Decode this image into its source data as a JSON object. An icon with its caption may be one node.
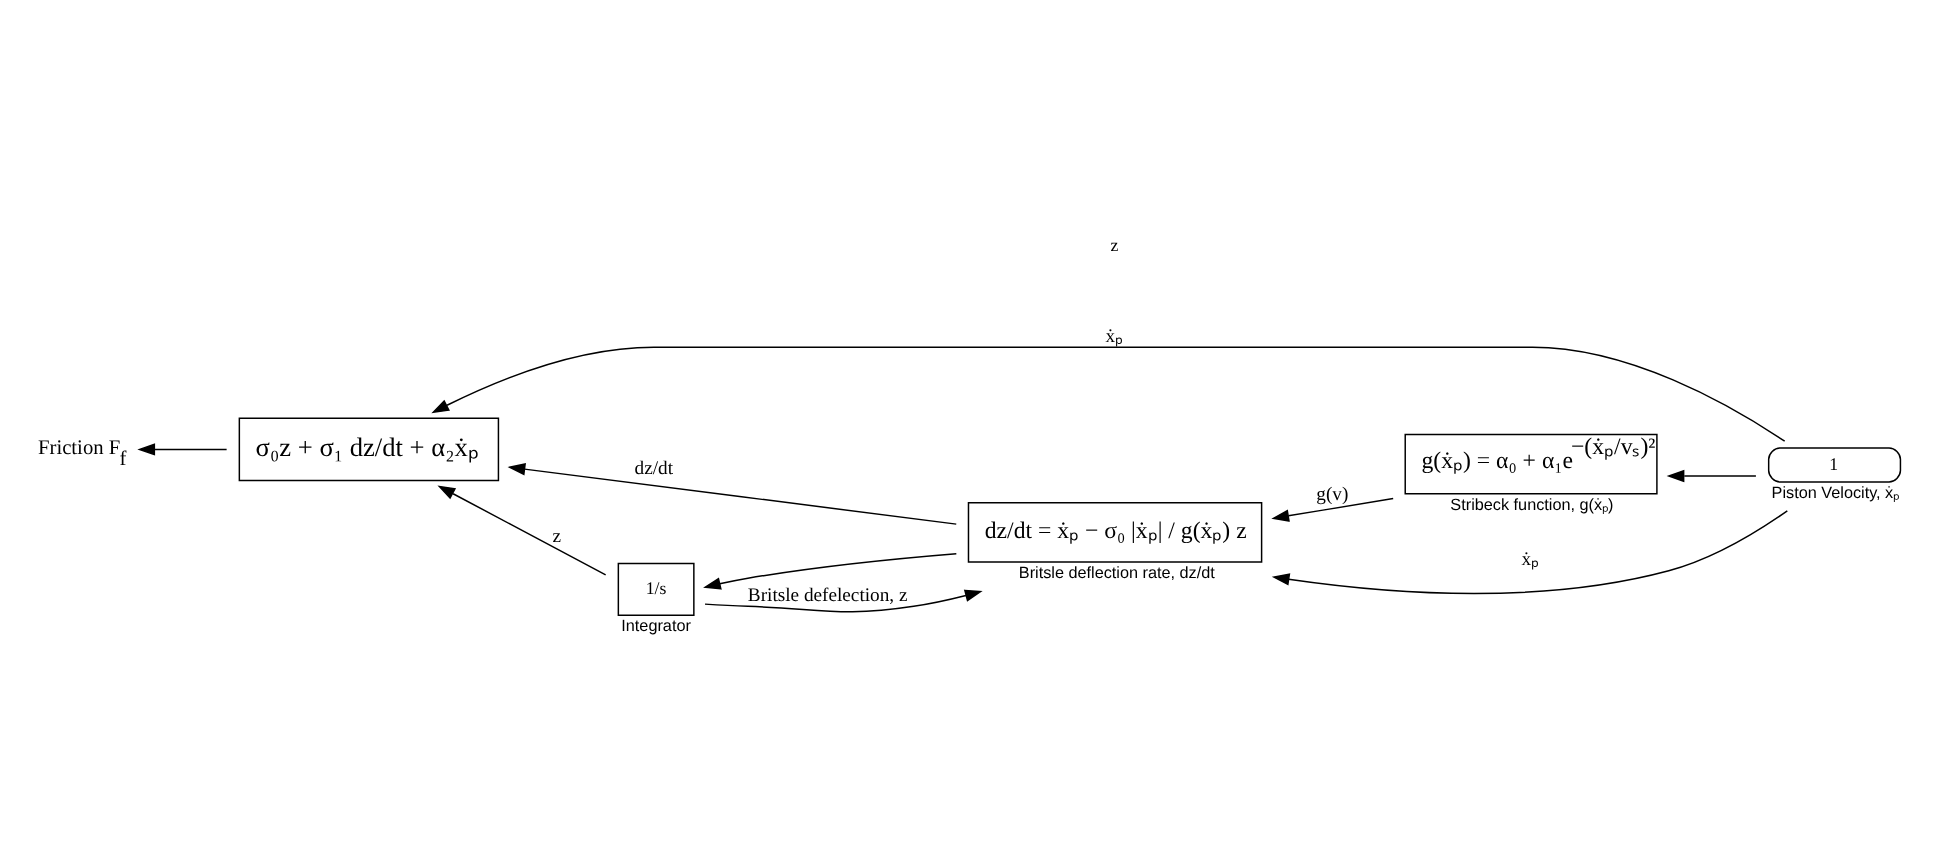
{
  "diagram": {
    "nodes": [
      {
        "text": [
          "σ₀z + σ₁ dz/dt + α₂ẋₚ"
        ]
      },
      {
        "text": [
          "g(ẋₚ) = α₀ + α₁e$^{−(ẋₚ/vₛ)²}$"
        ],
        "beside": [
          "Stribeck function, g(ẋₚ)"
        ]
      },
      {
        "text": [
          "dz/dt = ẋₚ − σ₀ |ẋₚ| / g(ẋₚ) z"
        ],
        "beside": [
          "Britsle deflection rate, dz/dt"
        ]
      },
      {
        "text": [
          "1/s"
        ],
        "beside": [
          "Integrator"
        ]
      },
      {
        "text": [
          "1"
        ],
        "beside": [
          "Piston Velocity, ẋₚ"
        ]
      },
      {
        "text": [
          "Friction F$_{f}$"
        ]
      }
    ],
    "edges": [
      {
        "from": 4,
        "to": 1,
        "arrow": "to"
      },
      {
        "from": 4,
        "to": 0,
        "label": "ẋₚ",
        "arrow": "to"
      },
      {
        "from": 4,
        "to": 2,
        "label": "ẋₚ",
        "arrow": "to"
      },
      {
        "from": 1,
        "to": 2,
        "label": "g(v)",
        "arrow": "to"
      },
      {
        "from": 2,
        "to": 3,
        "arrow": "to"
      },
      {
        "from": 2,
        "to": 0,
        "label": "dz/dt",
        "arrow": "to"
      },
      {
        "from": 3,
        "to": 0,
        "label": "z",
        "arrow": "to"
      },
      {
        "from": 3,
        "to": 2,
        "label": "Britsle defelection, z",
        "arrow": "to"
      },
      {
        "from": 0,
        "to": 5,
        "arrow": "to"
      }
    ],
    "labels": [
      "z"
    ]
  }
}
